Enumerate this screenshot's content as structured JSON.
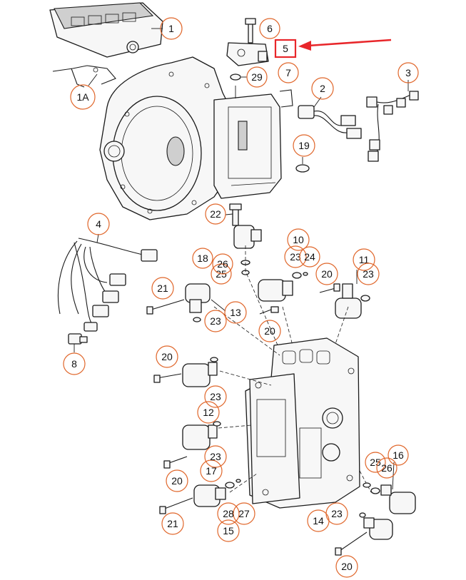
{
  "callouts": [
    {
      "id": "1",
      "label": "1"
    },
    {
      "id": "1a",
      "label": "1A"
    },
    {
      "id": "2",
      "label": "2"
    },
    {
      "id": "3",
      "label": "3"
    },
    {
      "id": "4",
      "label": "4"
    },
    {
      "id": "5",
      "label": "5"
    },
    {
      "id": "6",
      "label": "6"
    },
    {
      "id": "7",
      "label": "7"
    },
    {
      "id": "8",
      "label": "8"
    },
    {
      "id": "10",
      "label": "10"
    },
    {
      "id": "11",
      "label": "11"
    },
    {
      "id": "12",
      "label": "12"
    },
    {
      "id": "13",
      "label": "13"
    },
    {
      "id": "14",
      "label": "14"
    },
    {
      "id": "15",
      "label": "15"
    },
    {
      "id": "16",
      "label": "16"
    },
    {
      "id": "17",
      "label": "17"
    },
    {
      "id": "18",
      "label": "18"
    },
    {
      "id": "19",
      "label": "19"
    },
    {
      "id": "20",
      "label": "20"
    },
    {
      "id": "21",
      "label": "21"
    },
    {
      "id": "22",
      "label": "22"
    },
    {
      "id": "23",
      "label": "23"
    },
    {
      "id": "24",
      "label": "24"
    },
    {
      "id": "25",
      "label": "25"
    },
    {
      "id": "26",
      "label": "26"
    },
    {
      "id": "27",
      "label": "27"
    },
    {
      "id": "28",
      "label": "28"
    },
    {
      "id": "29",
      "label": "29"
    }
  ],
  "highlight": {
    "label": "5",
    "color": "#e8262a"
  },
  "colors": {
    "callout_circle": "#e0662a",
    "line_art": "#1a1a1a",
    "highlight_arrow": "#e8262a"
  }
}
